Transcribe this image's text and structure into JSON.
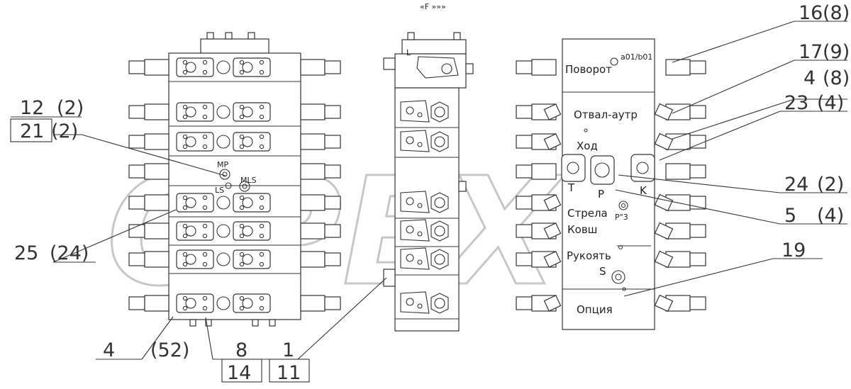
{
  "watermark": "OPEX",
  "header_mark": "«F »»»",
  "callouts": {
    "c16": "16",
    "c16b": "(8)",
    "c17": "17",
    "c17b": "(9)",
    "c4a": "4",
    "c4ab": "(8)",
    "c23": "23",
    "c23b": "(4)",
    "c12": "12",
    "c12b": "(2)",
    "c21": "21",
    "c21b": "(2)",
    "c24": "24",
    "c24b": "(2)",
    "c5": "5",
    "c5b": "(4)",
    "c19": "19",
    "c25": "25",
    "c25b": "(24)",
    "c4": "4",
    "c4b": "(52)",
    "c8": "8",
    "c14": "14",
    "c1": "1",
    "c11": "11"
  },
  "port_labels": {
    "mp": "MP",
    "ls": "LS",
    "mls": "MLS",
    "l": "L",
    "a01b01": "a01/b01",
    "hod_t": "T",
    "hod_p": "P",
    "hod_k": "K",
    "p3": "P\"3",
    "s": "S"
  },
  "section_labels": {
    "povorot": "Поворот",
    "otval": "Отвал-аутр",
    "hod": "Ход",
    "strela": "Стрела",
    "kovsh": "Ковш",
    "rukoyat": "Рукоять",
    "opciya": "Опция"
  }
}
